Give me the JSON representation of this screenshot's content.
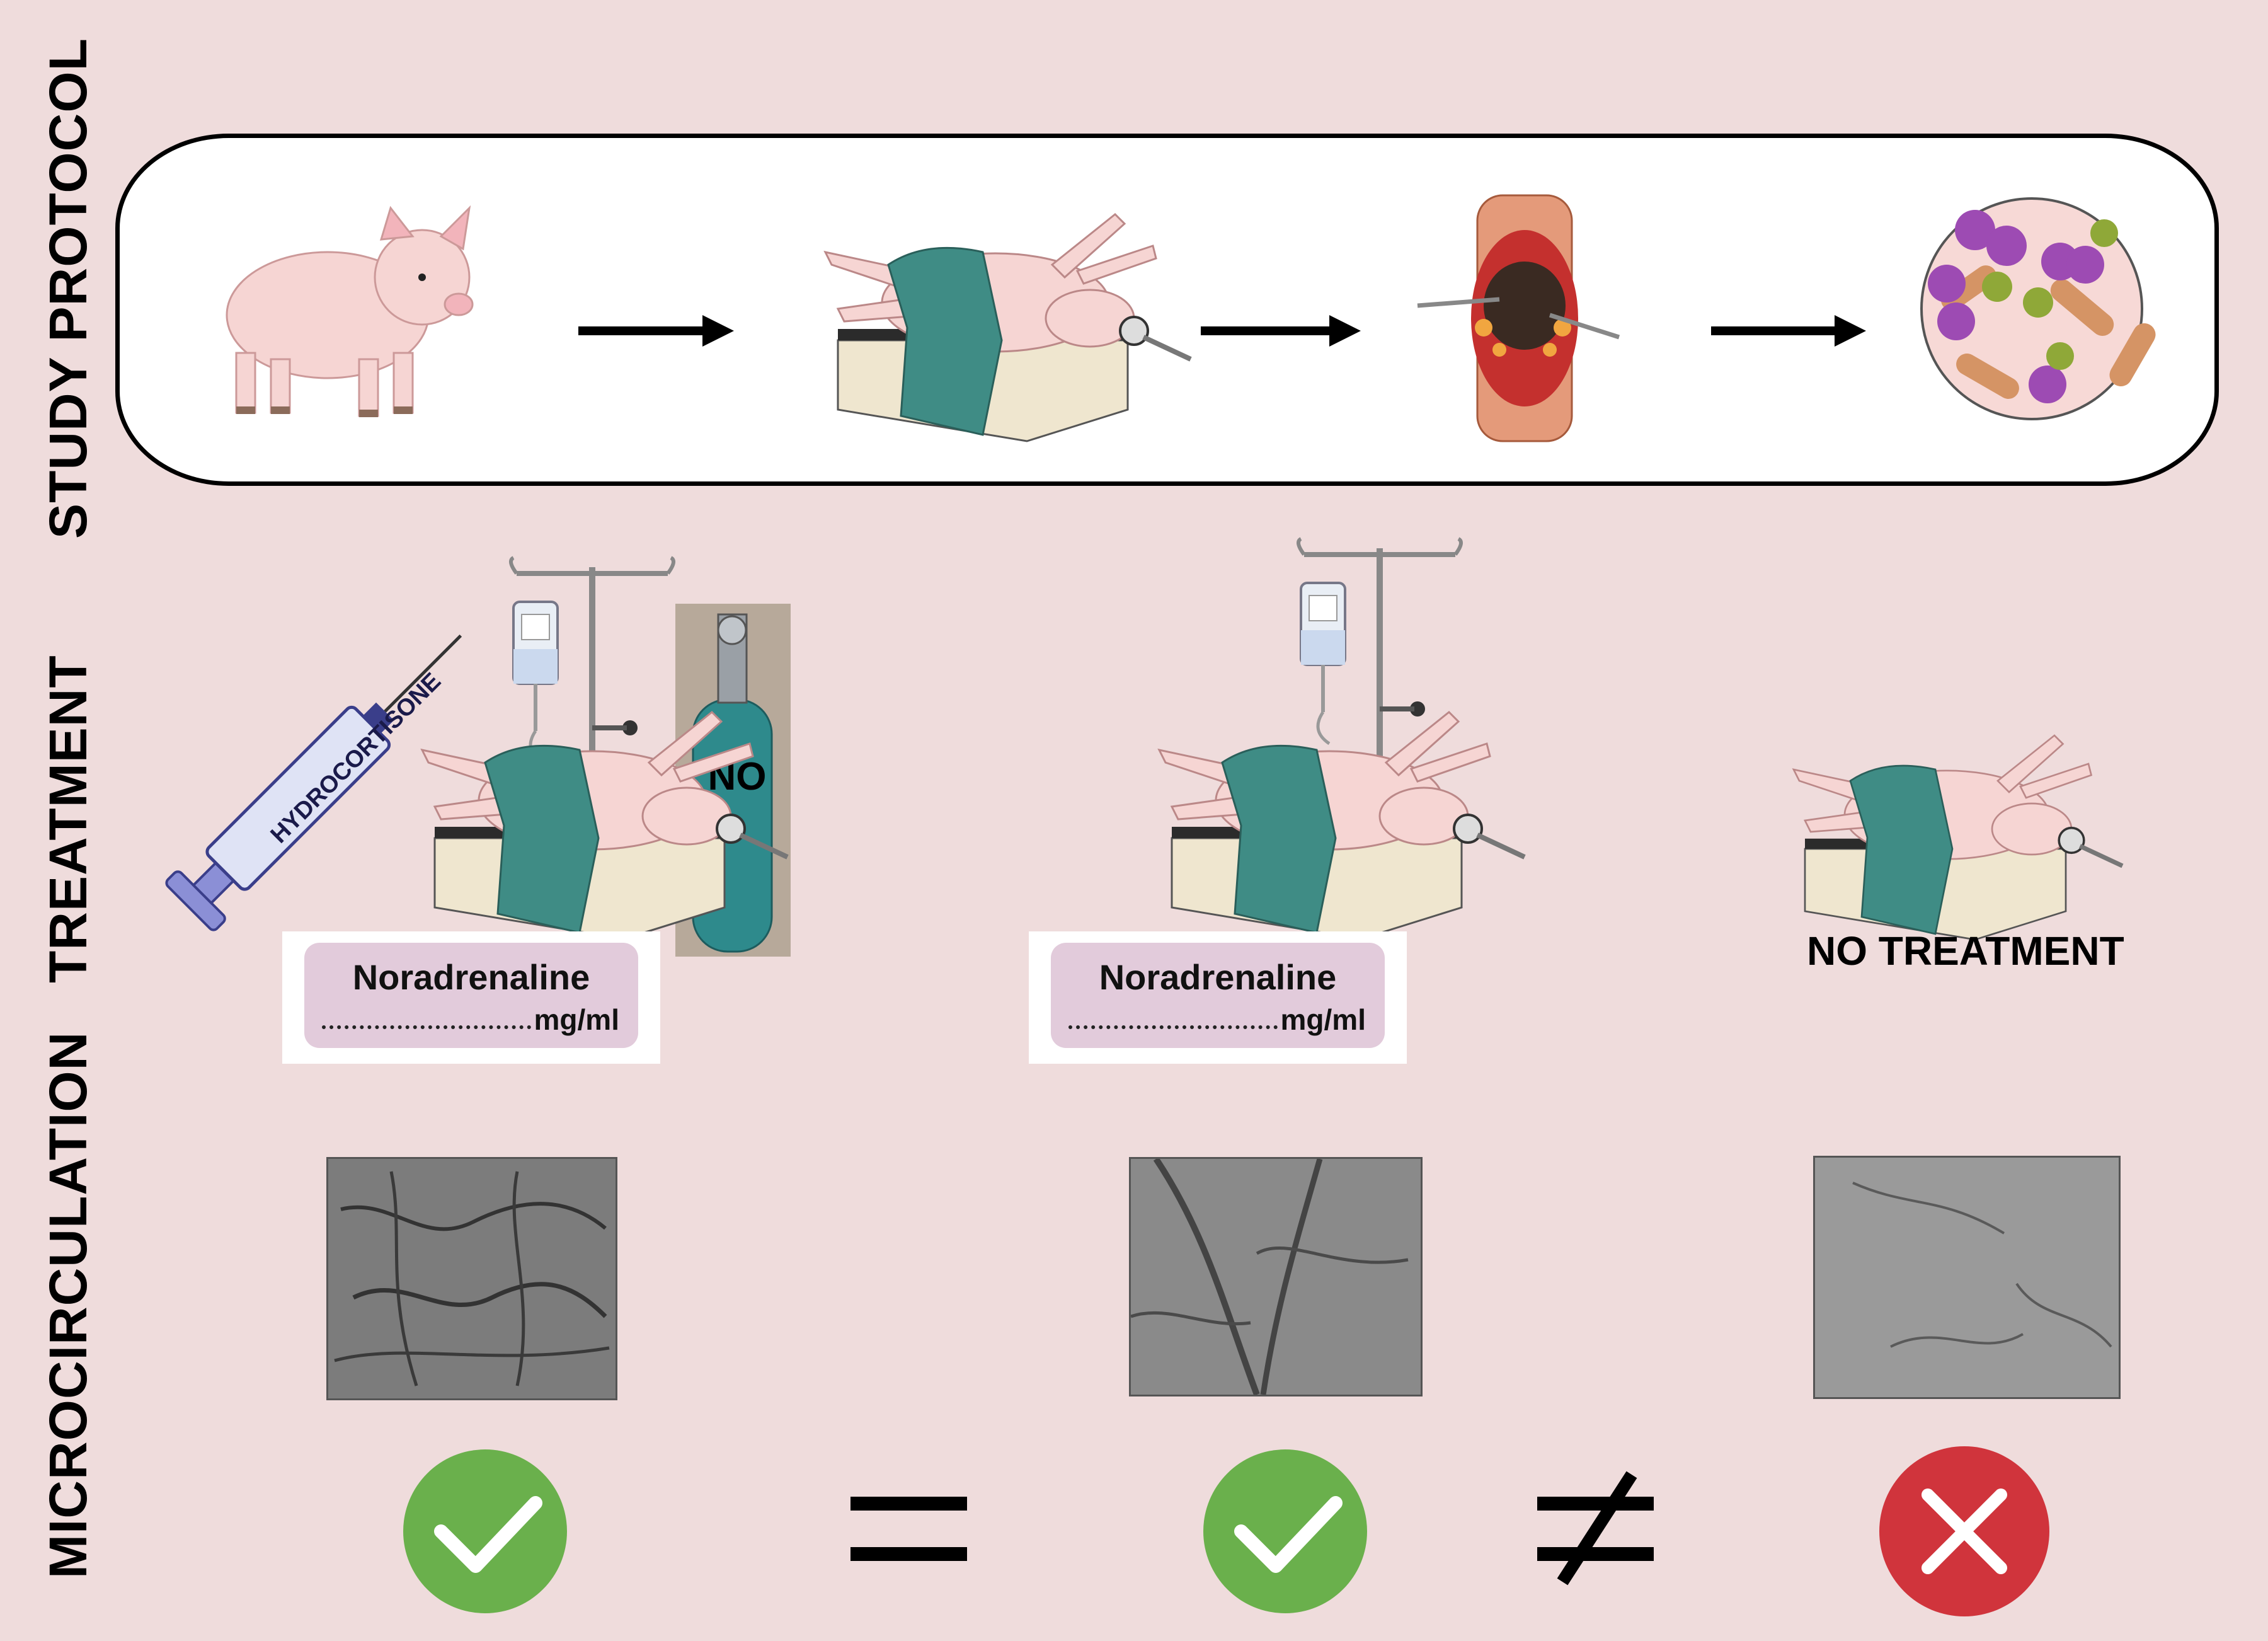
{
  "rows": {
    "protocol": "STUDY PROTOCOL",
    "treatment": "TREATMENT",
    "microcirculation": "MICROCIRCULATION"
  },
  "syringe_label": "HYDROCORTISONE",
  "gas_label": "NO",
  "noradrenaline": {
    "title": "Noradrenaline",
    "unit": "mg/ml"
  },
  "no_treatment_label": "NO TREATMENT",
  "colors": {
    "background": "#efdcdc",
    "check": "#6ab04c",
    "cross": "#d0343c",
    "pig": "#f6d5d3",
    "drape": "#3f8c85"
  },
  "outcome_icons": [
    "check-icon",
    "equals-icon",
    "check-icon",
    "not-equal-icon",
    "cross-icon"
  ]
}
